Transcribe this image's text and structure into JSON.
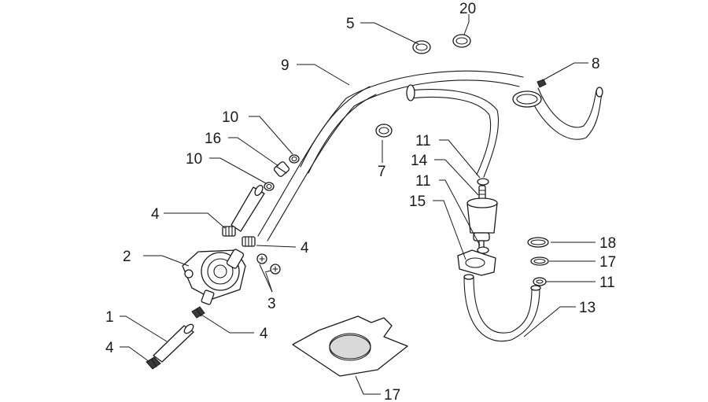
{
  "callouts": [
    {
      "id": "c-5",
      "text": "5"
    },
    {
      "id": "c-20",
      "text": "20"
    },
    {
      "id": "c-9",
      "text": "9"
    },
    {
      "id": "c-8",
      "text": "8"
    },
    {
      "id": "c-10a",
      "text": "10"
    },
    {
      "id": "c-16",
      "text": "16"
    },
    {
      "id": "c-10b",
      "text": "10"
    },
    {
      "id": "c-7",
      "text": "7"
    },
    {
      "id": "c-11a",
      "text": "11"
    },
    {
      "id": "c-14",
      "text": "14"
    },
    {
      "id": "c-11b",
      "text": "11"
    },
    {
      "id": "c-15",
      "text": "15"
    },
    {
      "id": "c-4a",
      "text": "4"
    },
    {
      "id": "c-4b",
      "text": "4"
    },
    {
      "id": "c-2",
      "text": "2"
    },
    {
      "id": "c-3",
      "text": "3"
    },
    {
      "id": "c-18",
      "text": "18"
    },
    {
      "id": "c-17a",
      "text": "17"
    },
    {
      "id": "c-11c",
      "text": "11"
    },
    {
      "id": "c-13",
      "text": "13"
    },
    {
      "id": "c-1",
      "text": "1"
    },
    {
      "id": "c-4c",
      "text": "4"
    },
    {
      "id": "c-4d",
      "text": "4"
    },
    {
      "id": "c-17b",
      "text": "17"
    }
  ]
}
